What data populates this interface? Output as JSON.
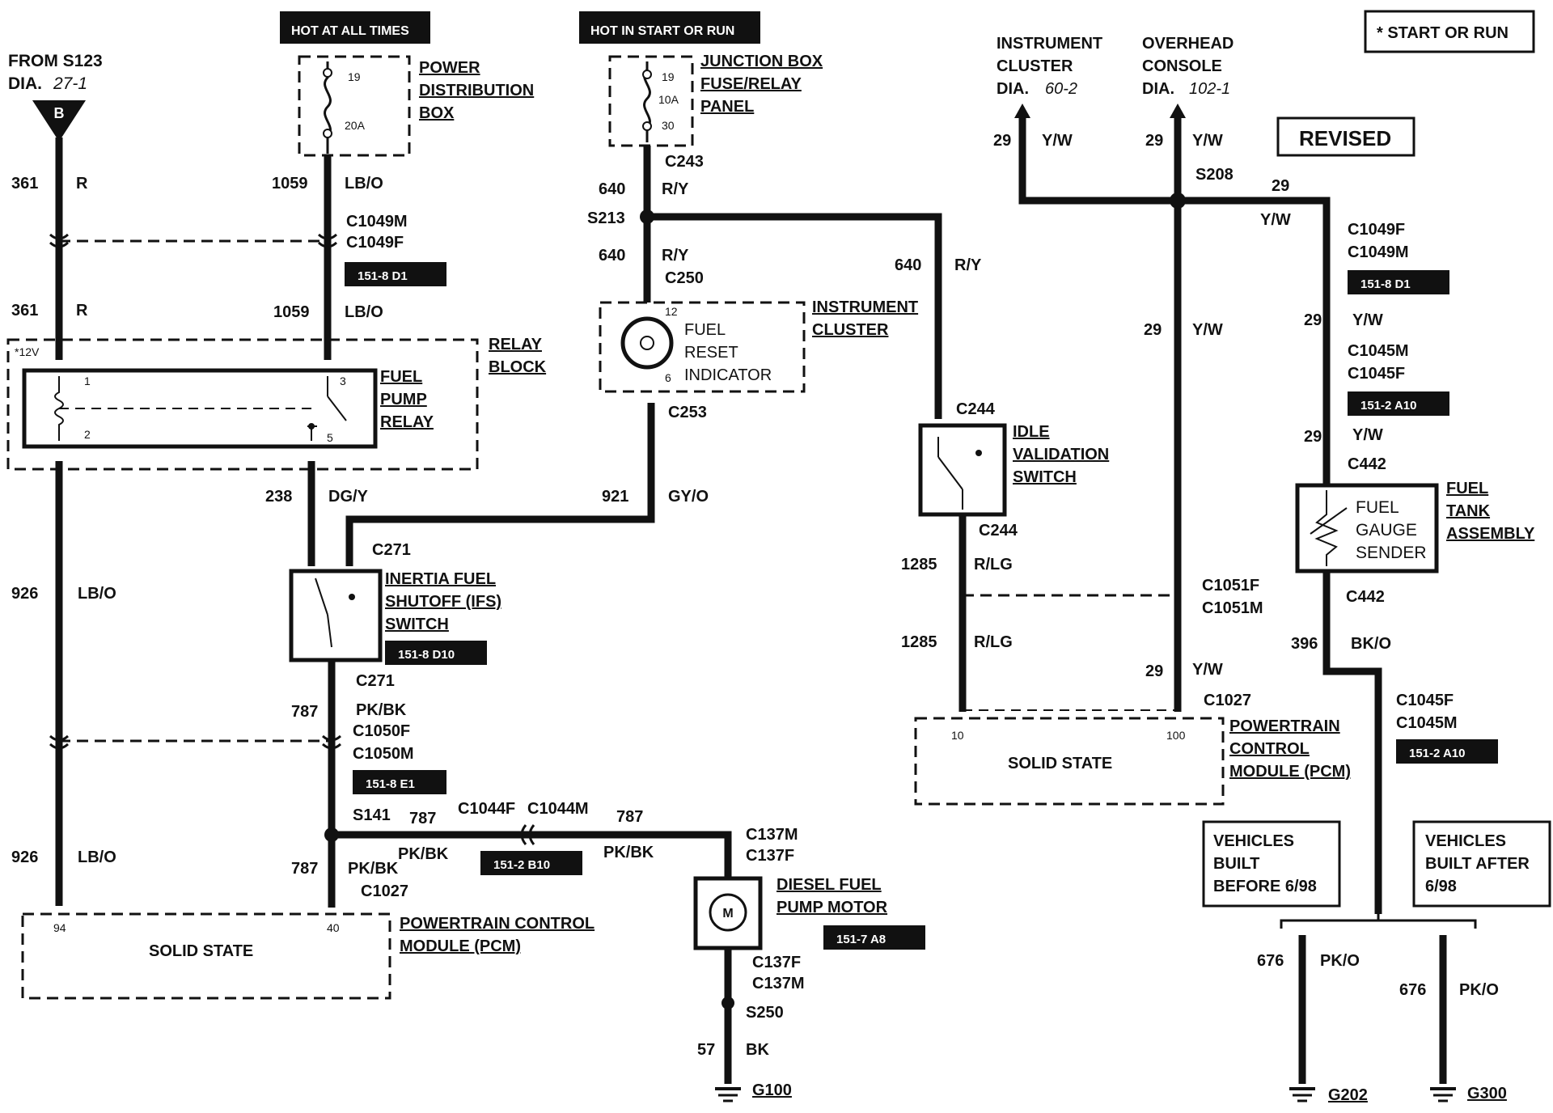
{
  "legend": {
    "start_or_run": "* START OR RUN",
    "revised": "REVISED"
  },
  "hot": {
    "always": "HOT AT ALL TIMES",
    "start_run": "HOT IN START OR RUN"
  },
  "from": {
    "line1": "FROM S123",
    "line2": "DIA.",
    "dia": "27-1",
    "terminal": "B"
  },
  "pdb": {
    "title1": "POWER",
    "title2": "DISTRIBUTION",
    "title3": "BOX",
    "pin": "19",
    "amp": "20A"
  },
  "jbox": {
    "title1": "JUNCTION BOX",
    "title2": "FUSE/RELAY",
    "title3": "PANEL",
    "pin_in": "19",
    "amp": "10A",
    "pin_out": "30"
  },
  "wires": {
    "w361": "361",
    "c361": "R",
    "w1059": "1059",
    "c1059": "LB/O",
    "w640": "640",
    "c640": "R/Y",
    "w238": "238",
    "c238": "DG/Y",
    "w921": "921",
    "c921": "GY/O",
    "w926": "926",
    "c926": "LB/O",
    "w787": "787",
    "c787": "PK/BK",
    "w57": "57",
    "c57": "BK",
    "w29": "29",
    "c29": "Y/W",
    "w1285": "1285",
    "c1285": "R/LG",
    "w396": "396",
    "c396": "BK/O",
    "w676": "676",
    "c676": "PK/O"
  },
  "connectors": {
    "c1049m": "C1049M",
    "c1049f": "C1049F",
    "c243": "C243",
    "s213": "S213",
    "c250": "C250",
    "c253": "C253",
    "c271": "C271",
    "c1050f": "C1050F",
    "c1050m": "C1050M",
    "s141": "S141",
    "c1044f": "C1044F",
    "c1044m": "C1044M",
    "c1027": "C1027",
    "c137m": "C137M",
    "c137f": "C137F",
    "s250": "S250",
    "g100": "G100",
    "s208": "S208",
    "c244": "C244",
    "c1051f": "C1051F",
    "c1051m": "C1051M",
    "c1045m": "C1045M",
    "c1045f": "C1045F",
    "c442": "C442",
    "g202": "G202",
    "g300": "G300"
  },
  "tags": {
    "t151_8d1": "151-8 D1",
    "t151_8d10": "151-8 D10",
    "t151_8e1": "151-8 E1",
    "t151_2b10": "151-2 B10",
    "t151_7a8": "151-7 A8",
    "t151_2a10": "151-2 A10"
  },
  "relay": {
    "block1": "RELAY",
    "block2": "BLOCK",
    "name1": "FUEL",
    "name2": "PUMP",
    "name3": "RELAY",
    "v12": "*12V",
    "p1": "1",
    "p2": "2",
    "p3": "3",
    "p5": "5"
  },
  "cluster": {
    "name1": "INSTRUMENT",
    "name2": "CLUSTER",
    "ind1": "FUEL",
    "ind2": "RESET",
    "ind3": "INDICATOR",
    "p12": "12",
    "p6": "6"
  },
  "ifs": {
    "name1": "INERTIA FUEL",
    "name2": "SHUTOFF (IFS)",
    "name3": "SWITCH"
  },
  "pcm_left": {
    "body": "SOLID STATE",
    "name1": "POWERTRAIN CONTROL",
    "name2": "MODULE (PCM)",
    "p94": "94",
    "p40": "40"
  },
  "pump": {
    "name1": "DIESEL FUEL",
    "name2": "PUMP MOTOR",
    "symbol": "M"
  },
  "right_top": {
    "ic1": "INSTRUMENT",
    "ic2": "CLUSTER",
    "ic_dia": "DIA.",
    "ic_num": "60-2",
    "oc1": "OVERHEAD",
    "oc2": "CONSOLE",
    "oc_dia": "DIA.",
    "oc_num": "102-1"
  },
  "idle": {
    "name1": "IDLE",
    "name2": "VALIDATION",
    "name3": "SWITCH"
  },
  "pcm_right": {
    "body": "SOLID STATE",
    "name1": "POWERTRAIN",
    "name2": "CONTROL",
    "name3": "MODULE (PCM)",
    "p10": "10",
    "p100": "100"
  },
  "sender": {
    "l1": "FUEL",
    "l2": "GAUGE",
    "l3": "SENDER",
    "name1": "FUEL",
    "name2": "TANK",
    "name3": "ASSEMBLY"
  },
  "vehicles": {
    "before1": "VEHICLES",
    "before2": "BUILT",
    "before3": "BEFORE 6/98",
    "after1": "VEHICLES",
    "after2": "BUILT AFTER",
    "after3": "6/98"
  }
}
